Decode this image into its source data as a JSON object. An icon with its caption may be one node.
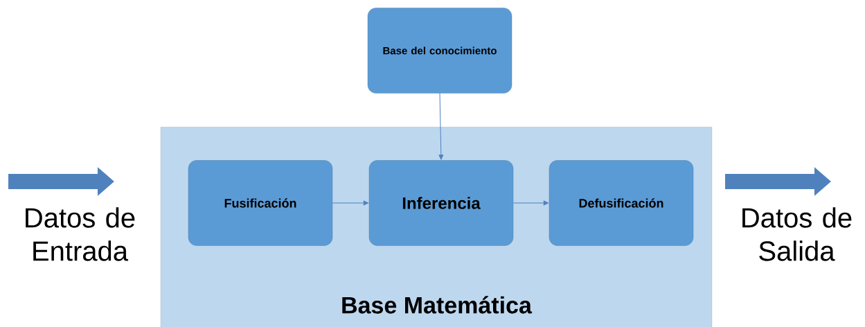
{
  "diagram": {
    "nodes": [
      {
        "text": [
          "Base del conocimiento"
        ]
      },
      {
        "text": [
          "Base Matemática"
        ]
      },
      {
        "text": [
          "Fusificación"
        ],
        "in": 1
      },
      {
        "text": [
          "Inferencia"
        ],
        "in": 1
      },
      {
        "text": [
          "Defusificación"
        ],
        "in": 1
      },
      {
        "text": [
          "Datos de Entrada"
        ]
      },
      {
        "text": [
          "Datos de Salida"
        ]
      }
    ],
    "edges": [
      {
        "from": 0,
        "to": 3,
        "arrow": "to"
      },
      {
        "from": 2,
        "to": 3,
        "arrow": "to"
      },
      {
        "from": 3,
        "to": 4,
        "arrow": "to"
      }
    ]
  }
}
